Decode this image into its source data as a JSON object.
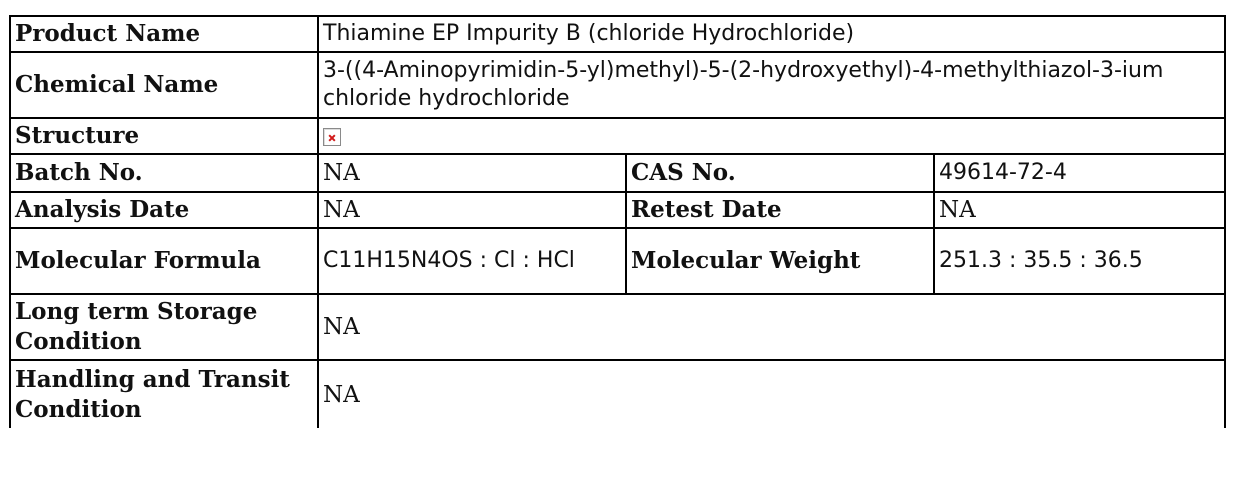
{
  "rows": {
    "product_name": {
      "label": "Product Name",
      "value": "Thiamine EP Impurity B (chloride Hydrochloride)"
    },
    "chemical_name": {
      "label": "Chemical Name",
      "value": "3-((4-Aminopyrimidin-5-yl)methyl)-5-(2-hydroxyethyl)-4-methylthiazol-3-ium chloride hydrochloride"
    },
    "structure": {
      "label": "Structure",
      "image_icon": "broken-image-icon"
    },
    "batch_no": {
      "label": "Batch No.",
      "value": "NA"
    },
    "cas_no": {
      "label": "CAS No.",
      "value": "49614-72-4"
    },
    "analysis_date": {
      "label": "Analysis Date",
      "value": "NA"
    },
    "retest_date": {
      "label": "Retest Date",
      "value": "NA"
    },
    "molecular_formula": {
      "label": "Molecular Formula",
      "value": "C11H15N4OS : Cl : HCl"
    },
    "molecular_weight": {
      "label": "Molecular Weight",
      "value": "251.3 : 35.5 : 36.5"
    },
    "storage_condition": {
      "label": "Long term Storage Condition",
      "value": "NA"
    },
    "handling_condition": {
      "label": "Handling and Transit Condition",
      "value": "NA"
    }
  }
}
